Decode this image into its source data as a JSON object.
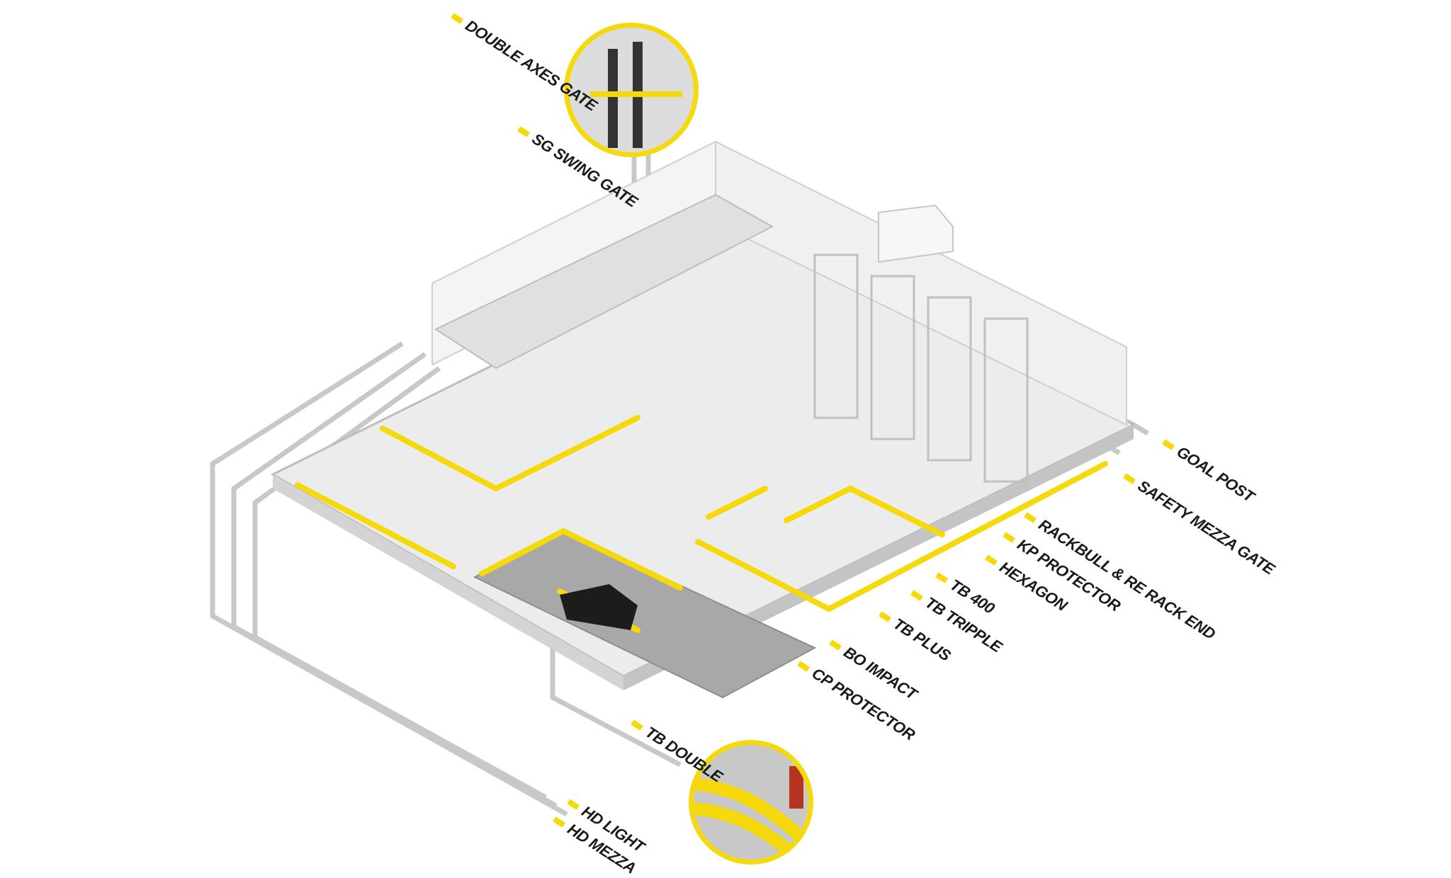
{
  "accent_color": "#f5d90a",
  "labels": {
    "double_axes_gate": "DOUBLE AXES GATE",
    "sg_swing_gate": "SG SWING GATE",
    "goal_post": "GOAL POST",
    "safety_mezza_gate": "SAFETY MEZZA GATE",
    "rackbull_re_rack_end": "RACKBULL & RE RACK END",
    "kp_protector": "KP PROTECTOR",
    "hexagon": "HEXAGON",
    "tb_400": "TB 400",
    "tb_tripple": "TB TRIPPLE",
    "tb_plus": "TB PLUS",
    "bo_impact": "BO IMPACT",
    "cp_protector": "CP PROTECTOR",
    "tb_double": "TB DOUBLE",
    "hd_light": "HD LIGHT",
    "hd_meza": "HD MEZZA"
  }
}
